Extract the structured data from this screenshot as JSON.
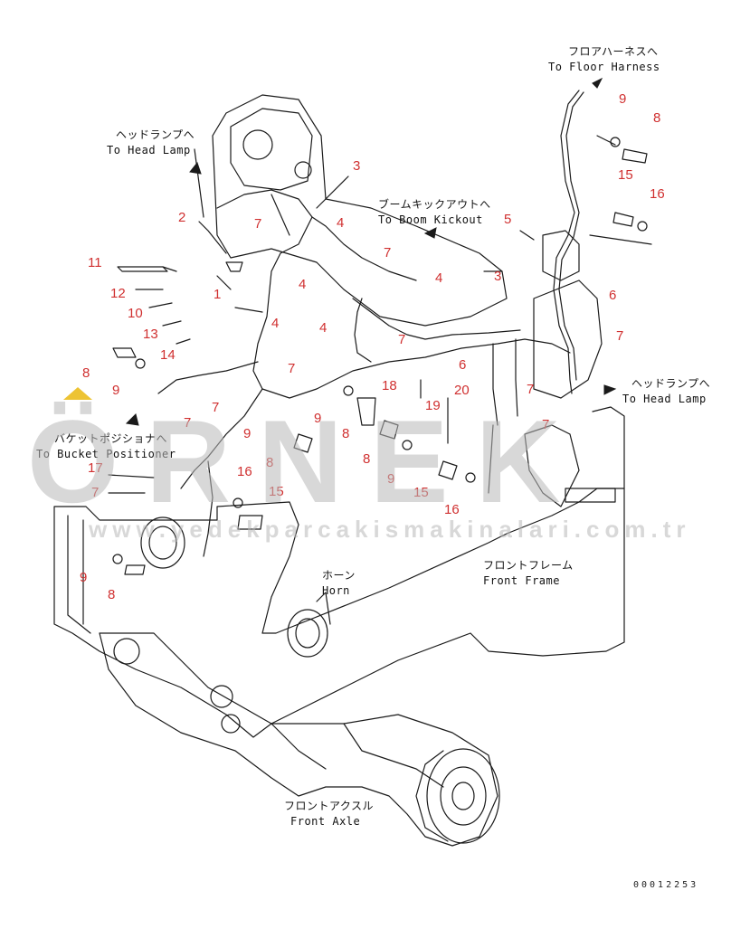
{
  "labels": {
    "floor_harness_jp": "フロアハーネスへ",
    "floor_harness_en": "To Floor Harness",
    "head_lamp_jp_left": "ヘッドランプへ",
    "head_lamp_en_left": "To Head Lamp",
    "boom_kickout_jp": "ブームキックアウトへ",
    "boom_kickout_en": "To Boom Kickout",
    "head_lamp_jp_right": "ヘッドランプへ",
    "head_lamp_en_right": "To Head Lamp",
    "bucket_positioner_jp": "バケットポジショナへ",
    "bucket_positioner_en": "To Bucket Positioner",
    "horn_jp": "ホーン",
    "horn_en": "Horn",
    "front_frame_jp": "フロントフレーム",
    "front_frame_en": "Front Frame",
    "front_axle_jp": "フロントアクスル",
    "front_axle_en": "Front Axle"
  },
  "part_numbers": [
    "1",
    "2",
    "3",
    "4",
    "5",
    "6",
    "7",
    "8",
    "9",
    "10",
    "11",
    "12",
    "13",
    "14",
    "15",
    "16",
    "17",
    "18",
    "19",
    "20"
  ],
  "callouts": [
    "9",
    "8",
    "15",
    "16",
    "3",
    "7",
    "2",
    "4",
    "5",
    "11",
    "1",
    "4",
    "7",
    "4",
    "3",
    "12",
    "10",
    "13",
    "6",
    "4",
    "4",
    "7",
    "7",
    "14",
    "8",
    "9",
    "7",
    "18",
    "6",
    "7",
    "19",
    "20",
    "9",
    "7",
    "7",
    "9",
    "8",
    "8",
    "7",
    "8",
    "17",
    "16",
    "15",
    "9",
    "7",
    "15",
    "16",
    "9",
    "8"
  ],
  "watermark": {
    "brand": "ÖRNEK",
    "url": "www.yedekparcakismakinalari.com.tr"
  },
  "drawing_code": "00012253",
  "colors": {
    "line": "#1a1a1a",
    "callout": "#d03030",
    "watermark": "#b9b9b9",
    "accent": "#e8b400"
  }
}
